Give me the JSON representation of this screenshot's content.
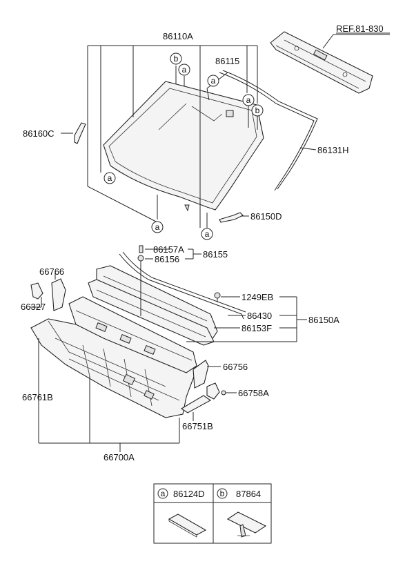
{
  "labels": {
    "ref": "REF.81-830",
    "p86110A": "86110A",
    "p86115": "86115",
    "p86160C": "86160C",
    "p86131H": "86131H",
    "p86150D": "86150D",
    "p86157A": "86157A",
    "p86156": "86156",
    "p86155": "86155",
    "p66766": "66766",
    "p66327": "66327",
    "p1249EB": "1249EB",
    "p86430": "86430",
    "p86153F": "86153F",
    "p86150A": "86150A",
    "p66756": "66756",
    "p66758A": "66758A",
    "p66761B": "66761B",
    "p66751B": "66751B",
    "p66700A": "66700A"
  },
  "callouts": {
    "a": "a",
    "b": "b"
  },
  "legend": {
    "a_code": "86124D",
    "b_code": "87864"
  }
}
